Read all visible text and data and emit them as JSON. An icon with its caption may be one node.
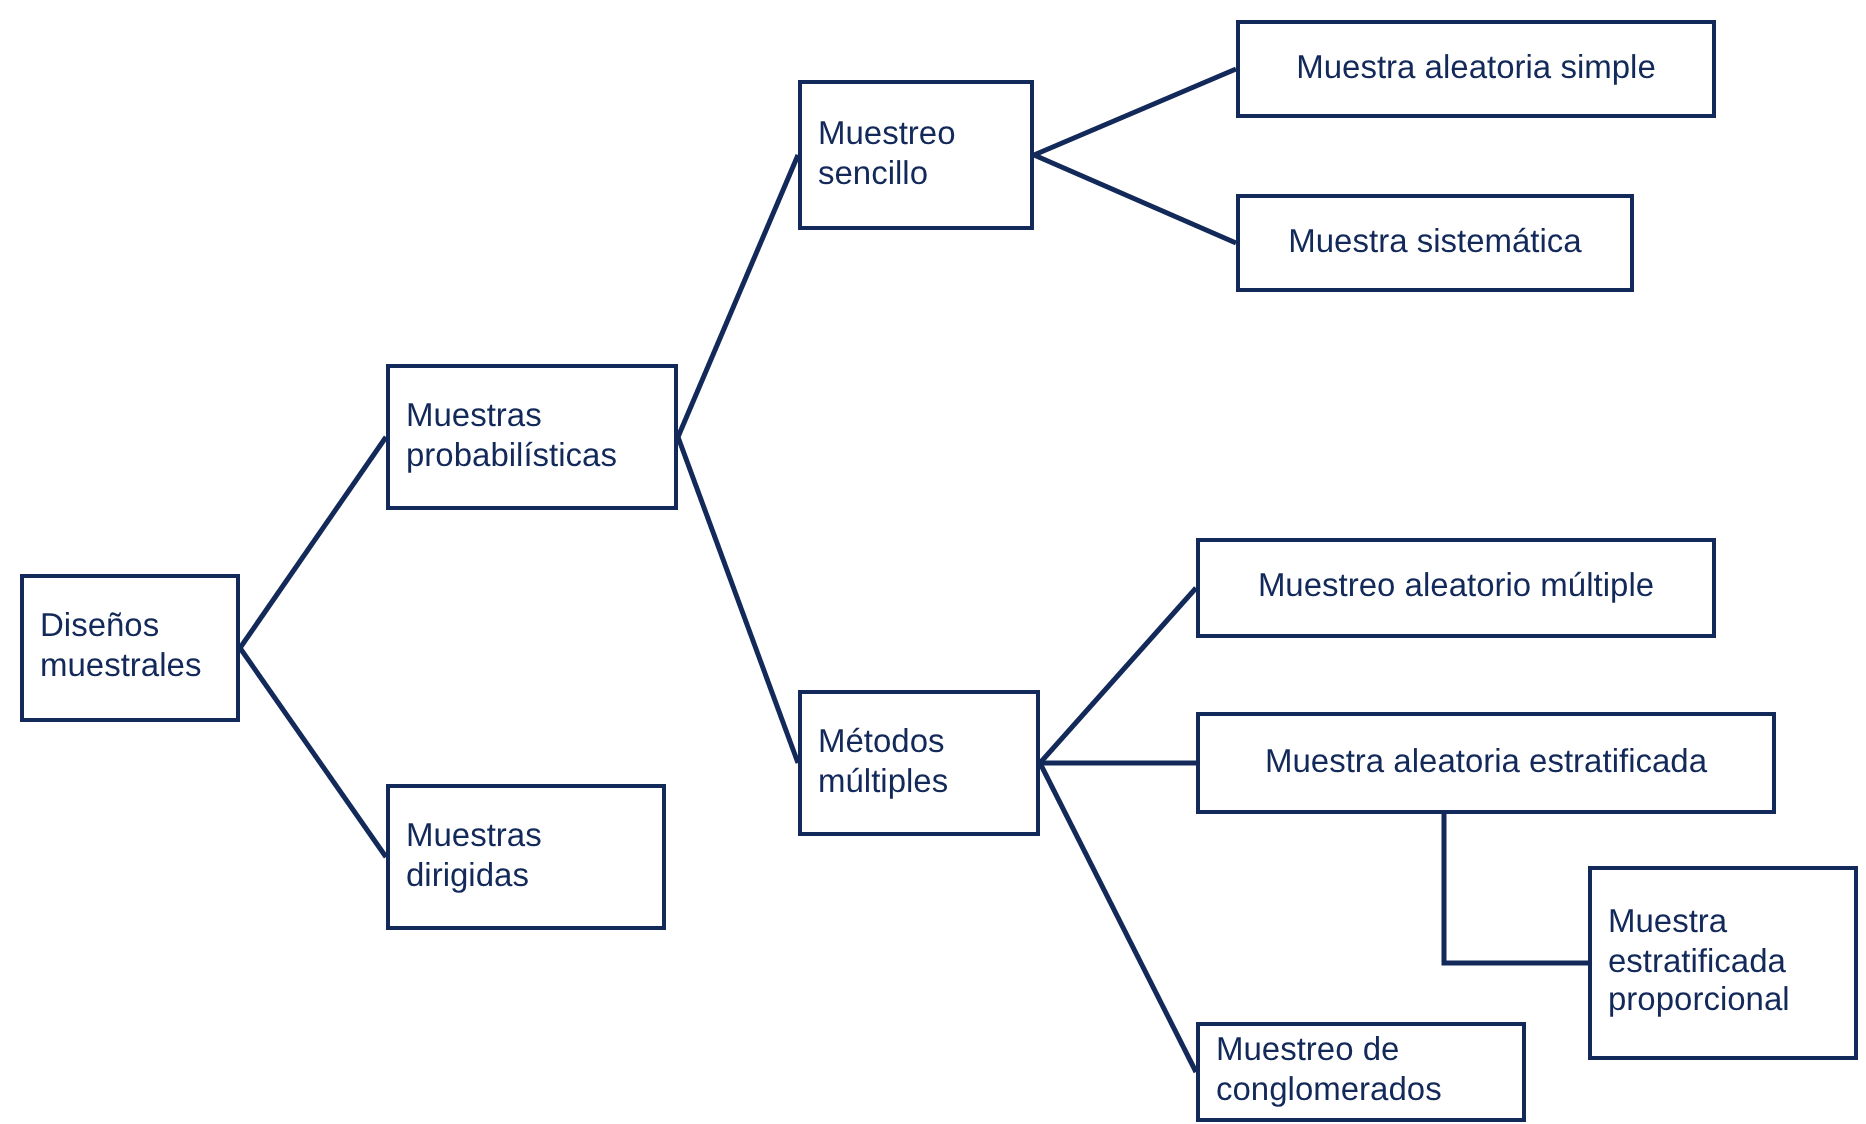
{
  "diagram": {
    "nodes": [
      {
        "text": [
          "Diseños muestrales"
        ]
      },
      {
        "text": [
          "Muestras probabilísticas"
        ]
      },
      {
        "text": [
          "Muestras dirigidas"
        ]
      },
      {
        "text": [
          "Muestreo sencillo"
        ]
      },
      {
        "text": [
          "Métodos múltiples"
        ]
      },
      {
        "text": [
          "Muestra aleatoria simple"
        ]
      },
      {
        "text": [
          "Muestra sistemática"
        ]
      },
      {
        "text": [
          "Muestreo aleatorio múltiple"
        ]
      },
      {
        "text": [
          "Muestra aleatoria estratificada"
        ]
      },
      {
        "text": [
          "Muestra estratificada proporcional"
        ]
      },
      {
        "text": [
          "Muestreo de conglomerados"
        ]
      }
    ],
    "edges": [
      {
        "from": 0,
        "to": 1,
        "arrow": "none"
      },
      {
        "from": 0,
        "to": 2,
        "arrow": "none"
      },
      {
        "from": 1,
        "to": 3,
        "arrow": "none"
      },
      {
        "from": 1,
        "to": 4,
        "arrow": "none"
      },
      {
        "from": 3,
        "to": 5,
        "arrow": "none"
      },
      {
        "from": 3,
        "to": 6,
        "arrow": "none"
      },
      {
        "from": 4,
        "to": 7,
        "arrow": "none"
      },
      {
        "from": 4,
        "to": 8,
        "arrow": "none"
      },
      {
        "from": 4,
        "to": 10,
        "arrow": "none"
      },
      {
        "from": 8,
        "to": 9,
        "arrow": "none"
      }
    ]
  }
}
